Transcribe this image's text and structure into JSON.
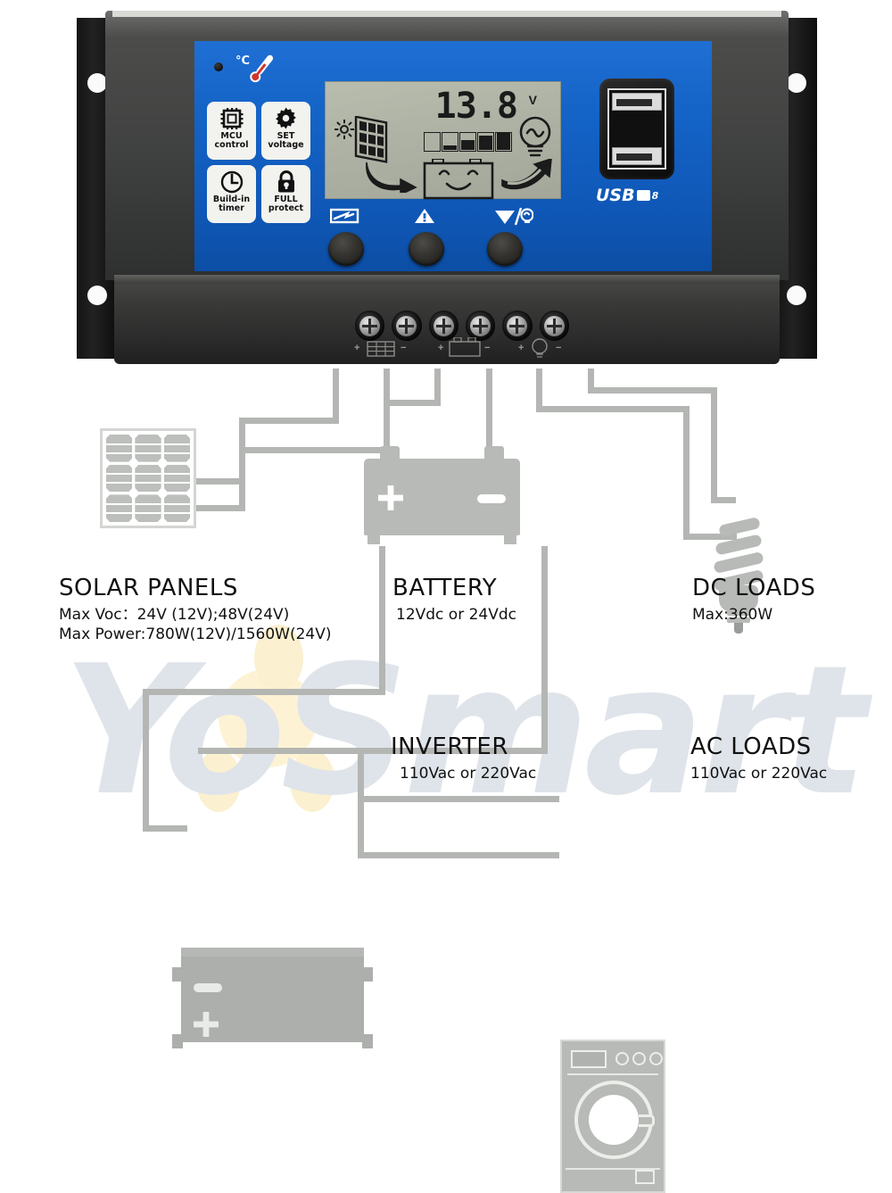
{
  "watermark": {
    "text": "YoSmart"
  },
  "controller": {
    "status_led": "status-led",
    "temperature_icon": "thermometer-celsius-icon",
    "badges": [
      {
        "icon": "mcu-chip-icon",
        "line1": "MCU",
        "line2": "control"
      },
      {
        "icon": "gear-icon",
        "line1": "SET",
        "line2": "voltage"
      },
      {
        "icon": "clock-timer-icon",
        "line1": "Build-in",
        "line2": "timer"
      },
      {
        "icon": "lock-icon",
        "line1": "FULL",
        "line2": "protect"
      }
    ],
    "lcd": {
      "voltage": "13.8",
      "unit": "V",
      "battery_bar_levels": [
        0,
        25,
        55,
        80,
        100
      ],
      "solar_icon": "solar-panel-icon",
      "sun_icon": "sun-icon",
      "battery_icon": "smiling-battery-icon",
      "load_icon": "light-bulb-icon",
      "charge_arrow": "charge-arrow-icon",
      "load_arrow": "load-arrow-icon"
    },
    "buttons": [
      {
        "icon": "battery-settings-icon",
        "name": "menu-button"
      },
      {
        "icon": "up-triangle-icon",
        "name": "up-button"
      },
      {
        "icon": "down-light-icon",
        "name": "down-button"
      }
    ],
    "usb": {
      "label": "USB",
      "sublabel": "8",
      "ports": 2
    },
    "terminals": {
      "count": 6,
      "marks": [
        {
          "sym": "+",
          "group": "solar-panel-terminal"
        },
        {
          "sym": "−",
          "group": "solar-panel-terminal"
        },
        {
          "sym": "+",
          "group": "battery-terminal"
        },
        {
          "sym": "−",
          "group": "battery-terminal"
        },
        {
          "sym": "+",
          "group": "load-terminal"
        },
        {
          "sym": "−",
          "group": "load-terminal"
        }
      ]
    }
  },
  "diagram": {
    "solar": {
      "title": "SOLAR PANELS",
      "sub1": "Max Voc：24V (12V);48V(24V)",
      "sub2": "Max Power:780W(12V)/1560W(24V)"
    },
    "battery": {
      "title": "BATTERY",
      "sub1": "12Vdc or 24Vdc",
      "plus": "+",
      "minus": "−"
    },
    "dcloads": {
      "title": "DC LOADS",
      "sub1": "Max:360W"
    },
    "inverter": {
      "title": "INVERTER",
      "sub1": "110Vac or 220Vac",
      "plus": "+",
      "minus": "−"
    },
    "acloads": {
      "title": "AC LOADS",
      "sub1": "110Vac or 220Vac"
    }
  },
  "colors": {
    "faceplate_blue": "#1464c8",
    "lcd_green": "#aeb2a4",
    "wire_gray": "#b4b6b3",
    "device_gray": "#b8bab7",
    "watermark_gray": "#dfe4ea",
    "watermark_yellow": "#fbf0cf"
  }
}
